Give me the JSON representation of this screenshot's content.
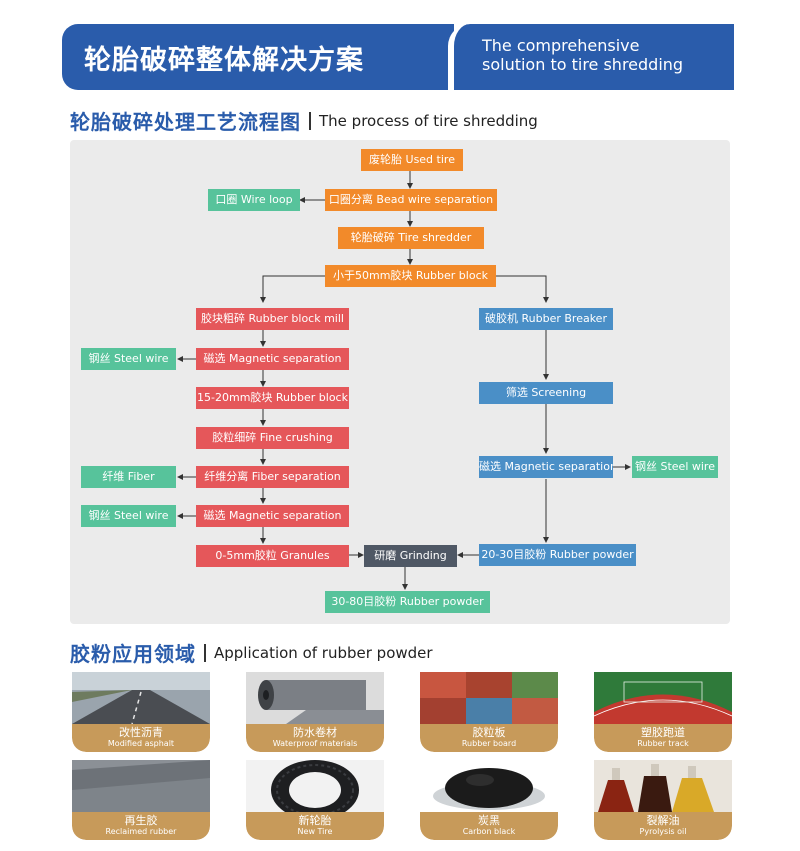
{
  "banner": {
    "title_cn": "轮胎破碎整体解决方案",
    "title_en": "The comprehensive\nsolution to tire shredding"
  },
  "process_section": {
    "title_cn": "轮胎破碎处理工艺流程图",
    "title_en": "The process of tire shredding"
  },
  "flow": {
    "used_tire": "废轮胎 Used tire",
    "bead_wire_separation": "口圈分离 Bead wire separation",
    "wire_loop": "口圈 Wire loop",
    "tire_shredder": "轮胎破碎 Tire shredder",
    "rubber_block_50": "小于50mm胶块 Rubber block",
    "rubber_block_mill": "胶块粗碎 Rubber block mill",
    "magnetic_sep_1": "磁选 Magnetic separation",
    "steel_wire_1": "钢丝 Steel wire",
    "rubber_block_15_20": "15-20mm胶块 Rubber block",
    "fine_crushing": "胶粒细碎 Fine crushing",
    "fiber_separation": "纤维分离 Fiber separation",
    "fiber": "纤维 Fiber",
    "magnetic_sep_2": "磁选 Magnetic separation",
    "steel_wire_2": "钢丝 Steel wire",
    "granules": "0-5mm胶粒 Granules",
    "grinding": "研磨 Grinding",
    "rubber_powder_30_80": "30-80目胶粉 Rubber powder",
    "rubber_breaker": "破胶机 Rubber Breaker",
    "screening": "筛选 Screening",
    "magnetic_sep_3": "磁选 Magnetic separation",
    "steel_wire_3": "钢丝 Steel wire",
    "rubber_powder_20_30": "20-30目胶粉 Rubber powder"
  },
  "colors": {
    "brand_blue": "#2a5cab",
    "orange": "#f28a2a",
    "green": "#57c39b",
    "red": "#e5575a",
    "blue": "#4a8fc7",
    "dark": "#4f5865",
    "label_tan": "#c79a5a"
  },
  "application_section": {
    "title_cn": "胶粉应用领域",
    "title_en": "Application of rubber powder"
  },
  "applications": [
    {
      "cn": "改性沥青",
      "en": "Modified asphalt"
    },
    {
      "cn": "防水卷材",
      "en": "Waterproof materials"
    },
    {
      "cn": "胶粒板",
      "en": "Rubber board"
    },
    {
      "cn": "塑胶跑道",
      "en": "Rubber track"
    },
    {
      "cn": "再生胶",
      "en": "Reclaimed rubber"
    },
    {
      "cn": "新轮胎",
      "en": "New Tire"
    },
    {
      "cn": "炭黑",
      "en": "Carbon black"
    },
    {
      "cn": "裂解油",
      "en": "Pyrolysis oil"
    }
  ]
}
